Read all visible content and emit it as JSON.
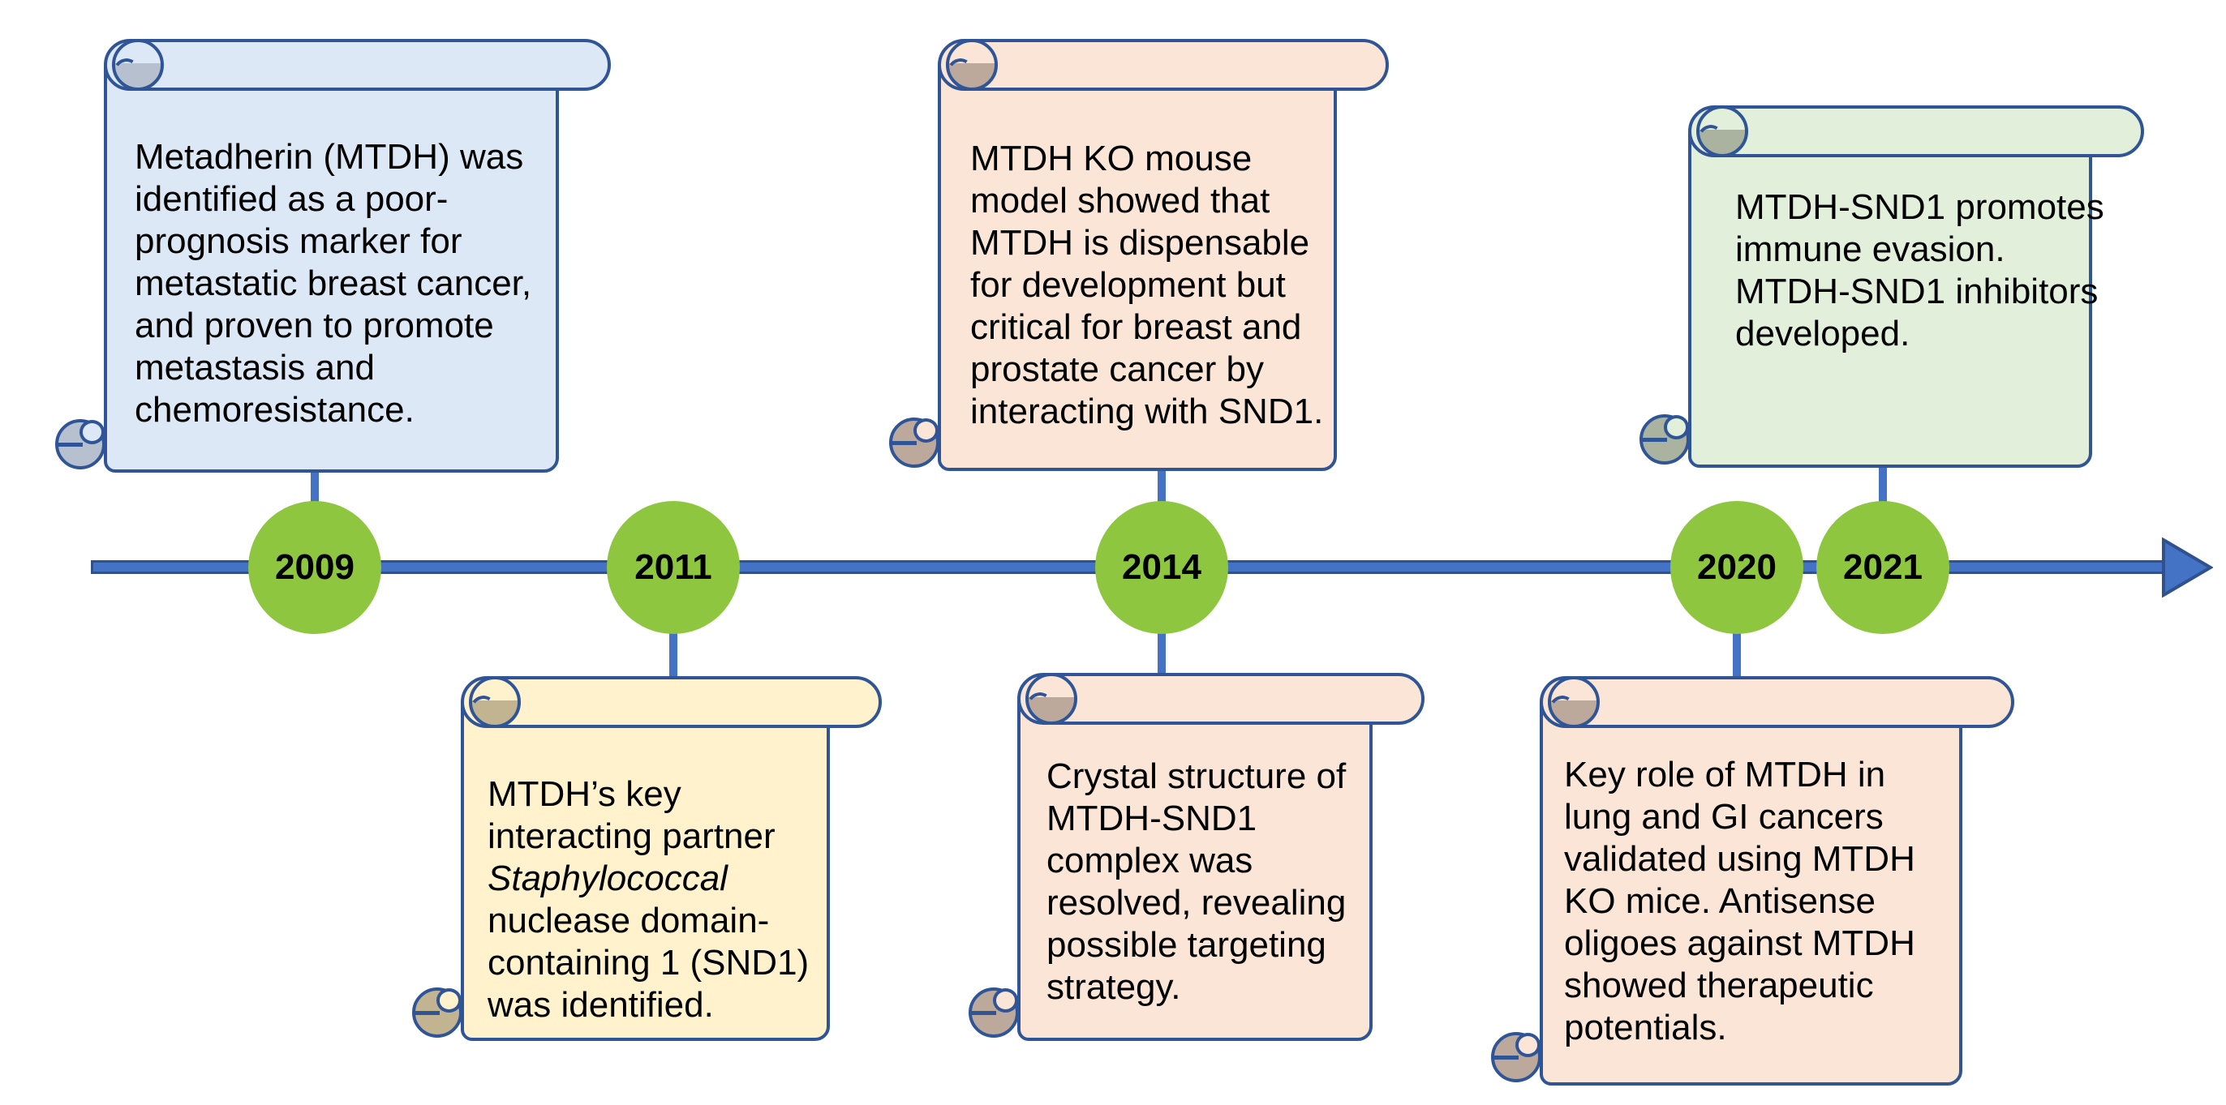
{
  "colors": {
    "outline": "#2F5597",
    "bar-fill": "#4472C4",
    "bar-edge": "#2F528F",
    "connector": "#4472C4",
    "circle": "#8EC63F",
    "fill-blue": "#DCE8F6",
    "shade-blue": "#B6C0CF",
    "fill-peach": "#FBE5D6",
    "shade-peach": "#BCA99C",
    "fill-yellow": "#FFF2CC",
    "shade-yellow": "#C2B491",
    "fill-green": "#E2EFDA",
    "shade-green": "#AAB2A0",
    "text": "#000000"
  },
  "timeline": {
    "years": {
      "y2009": "2009",
      "y2011": "2011",
      "y2014": "2014",
      "y2020": "2020",
      "y2021": "2021"
    }
  },
  "scrolls": {
    "s2009": {
      "year": "2009",
      "theme": "blue",
      "text": "Metadherin (MTDH) was identified as a poor-prognosis marker for metastatic breast cancer, and proven to promote metastasis and chemoresistance."
    },
    "s2011": {
      "year": "2011",
      "theme": "yellow",
      "text_before_italic": "MTDH’s key interacting partner ",
      "text_italic": "Staphylococcal",
      "text_after_italic": " nuclease domain-containing 1 (SND1) was identified."
    },
    "s2014_top": {
      "year": "2014",
      "theme": "peach",
      "text": "MTDH KO mouse model showed that MTDH is dispensable for development but critical for breast and prostate cancer by interacting with SND1."
    },
    "s2014_bottom": {
      "year": "2014",
      "theme": "peach",
      "text": "Crystal structure of MTDH-SND1 complex was resolved, revealing possible targeting strategy."
    },
    "s2020": {
      "year": "2020",
      "theme": "peach",
      "text": "Key role of MTDH in lung and GI cancers validated using MTDH KO mice. Antisense oligoes against MTDH showed therapeutic potentials."
    },
    "s2021": {
      "year": "2021",
      "theme": "green",
      "line1": "MTDH-SND1 promotes immune evasion.",
      "line2": "MTDH-SND1 inhibitors developed."
    }
  }
}
